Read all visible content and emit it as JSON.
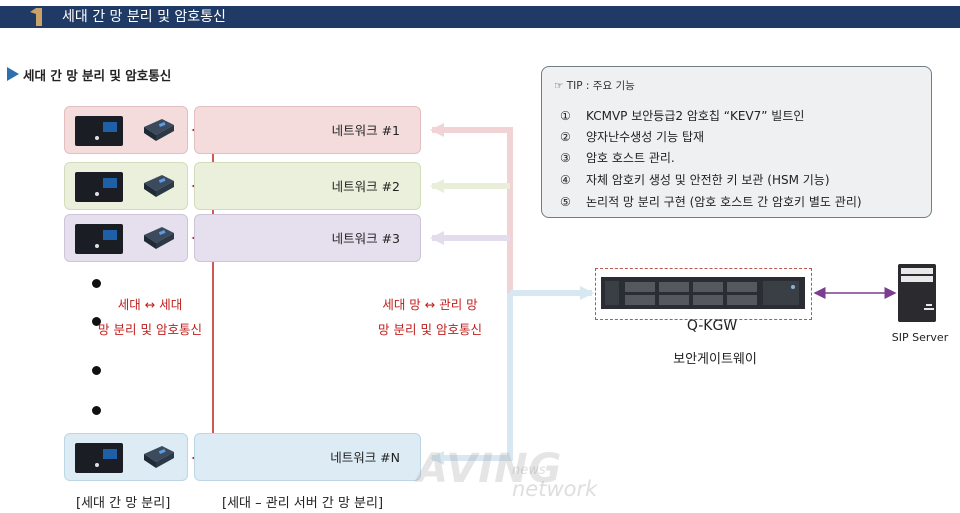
{
  "header": {
    "title": "세대 간 망 분리 및 암호통신"
  },
  "section": {
    "title": "세대 간 망 분리 및 암호통신"
  },
  "networks": [
    {
      "label": "네트워크 #1",
      "fill": "#f4dcdd",
      "border": "#e4bfc1"
    },
    {
      "label": "네트워크 #2",
      "fill": "#eaf0db",
      "border": "#d3ddbc"
    },
    {
      "label": "네트워크 #3",
      "fill": "#e6e0ee",
      "border": "#cdc4da"
    },
    {
      "label": "네트워크 #N",
      "fill": "#dcebf4",
      "border": "#bcd6e6"
    }
  ],
  "notes": {
    "gen_to_gen": [
      "세대 ↔ 세대",
      "망 분리 및 암호통신"
    ],
    "gen_to_mgmt": [
      "세대 망 ↔ 관리 망",
      "망 분리 및 암호통신"
    ]
  },
  "tip": {
    "title": "☞ TIP : 주요 기능",
    "items": [
      {
        "num": "①",
        "text": "KCMVP 보안등급2 암호칩 “KEV7” 빌트인"
      },
      {
        "num": "②",
        "text": "양자난수생성 기능 탑재"
      },
      {
        "num": "③",
        "text": "암호 호스트 관리."
      },
      {
        "num": "④",
        "text": "자체 암호키 생성 및 안전한 키 보관 (HSM 기능)"
      },
      {
        "num": "⑤",
        "text": "논리적 망 분리 구현 (암호 호스트 간 암호키 별도 관리)"
      }
    ]
  },
  "gateway": {
    "name": "Q-KGW",
    "subtitle": "보안게이트웨이"
  },
  "sip": {
    "label": "SIP Server"
  },
  "captions": {
    "left": "[세대 간 망 분리]",
    "right": "[세대 – 관리 서버 간 망 분리]"
  },
  "watermark": {
    "main": "AVING",
    "sub_top": "news",
    "sub_bottom": "network"
  },
  "colors": {
    "header": "#1f3a64",
    "accent_red": "#c0201e",
    "link_purple": "#7a3d8f"
  }
}
